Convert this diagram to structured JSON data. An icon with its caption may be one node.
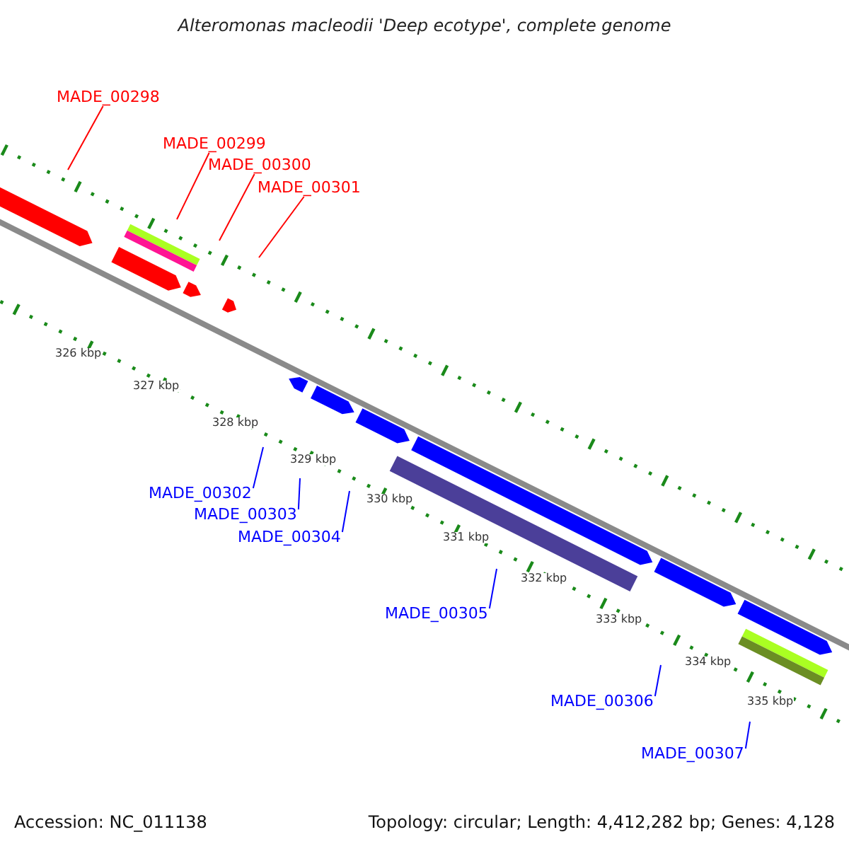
{
  "diagram": {
    "title": "Alteromonas macleodii 'Deep ecotype', complete genome",
    "nodes": [
      {
        "text": [
          "MADE_00298"
        ]
      },
      {
        "text": [
          "MADE_00299"
        ]
      },
      {
        "text": [
          "MADE_00300"
        ]
      },
      {
        "text": [
          "MADE_00301"
        ]
      },
      {
        "text": [
          "MADE_00302"
        ]
      },
      {
        "text": [
          "MADE_00303"
        ]
      },
      {
        "text": [
          "MADE_00304"
        ]
      },
      {
        "text": [
          "MADE_00305"
        ]
      },
      {
        "text": [
          "MADE_00306"
        ]
      },
      {
        "text": [
          "MADE_00307"
        ]
      }
    ],
    "edges": [
      {
        "from": 0,
        "to": null,
        "arrow": "none",
        "color": "#ff0000"
      },
      {
        "from": 1,
        "to": null,
        "arrow": "none",
        "color": "#ff0000"
      },
      {
        "from": 2,
        "to": null,
        "arrow": "none",
        "color": "#ff0000"
      },
      {
        "from": 3,
        "to": null,
        "arrow": "none",
        "color": "#ff0000"
      },
      {
        "from": 4,
        "to": null,
        "arrow": "none"
      },
      {
        "from": 5,
        "to": null,
        "arrow": "none"
      },
      {
        "from": 6,
        "to": null,
        "arrow": "none"
      },
      {
        "from": 7,
        "to": null,
        "arrow": "none"
      },
      {
        "from": 8,
        "to": null,
        "arrow": "none"
      },
      {
        "from": 9,
        "to": null,
        "arrow": "none"
      }
    ],
    "labels": [
      "326 kbp",
      "327 kbp",
      "328 kbp",
      "329 kbp",
      "330 kbp",
      "331 kbp",
      "332 kbp",
      "333 kbp",
      "334 kbp",
      "335 kbp",
      "Accession: NC_011138",
      "Topology: circular; Length: 4,412,282 bp; Genes: 4,128"
    ]
  }
}
